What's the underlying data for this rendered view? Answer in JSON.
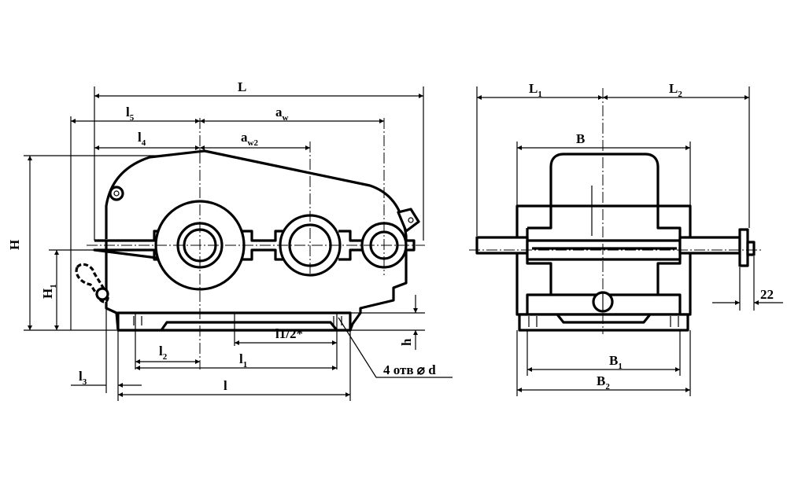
{
  "diagram": {
    "labels": {
      "L": "L",
      "l5": "l5",
      "aw": "aw",
      "l4": "l4",
      "aw2": "aw2",
      "H": "H",
      "H1": "H1",
      "l1_2": "l1/2*",
      "h": "h",
      "l2": "l2",
      "l1": "l1",
      "l3": "l3",
      "l": "l",
      "holes": "4 отв ⌀ d",
      "L1": "L1",
      "L2": "L2",
      "B": "B",
      "B1": "B1",
      "B2": "B2",
      "dim22": "22"
    },
    "arrow_marker": "arrow-mark",
    "line_color": "#000000",
    "background": "#ffffff"
  }
}
